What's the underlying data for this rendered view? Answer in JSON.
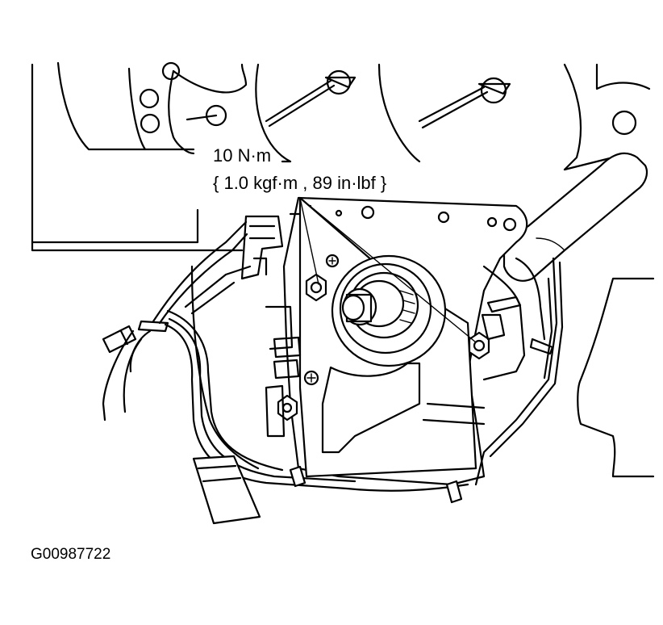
{
  "annotations": {
    "torque_metric": "10 N·m",
    "torque_alternate": "{ 1.0 kgf·m , 89 in·lbf }"
  },
  "figure_id": "G00987722",
  "colors": {
    "line": "#000000",
    "background": "#ffffff"
  }
}
